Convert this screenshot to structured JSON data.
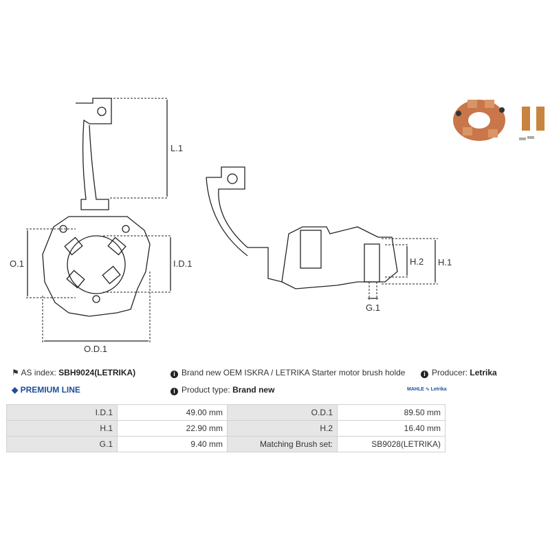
{
  "drawing": {
    "labels": {
      "l1": "L.1",
      "o1": "O.1",
      "id1": "I.D.1",
      "od1": "O.D.1",
      "h1": "H.1",
      "h2": "H.2",
      "g1": "G.1"
    }
  },
  "info": {
    "as_index_label": "AS index:",
    "as_index_value": "SBH9024(LETRIKA)",
    "premium": "PREMIUM LINE",
    "description": "Brand new OEM ISKRA / LETRIKA Starter motor brush holde",
    "product_type_label": "Product type:",
    "product_type_value": "Brand new",
    "producer_label": "Producer:",
    "producer_value": "Letrika",
    "logo": "MAHLE ∿ Letrika",
    "icons": {
      "tag": "tag-icon",
      "diamond": "diamond-icon",
      "info": "info-icon"
    }
  },
  "specs": [
    {
      "k1": "I.D.1",
      "v1": "49.00 mm",
      "k2": "O.D.1",
      "v2": "89.50 mm"
    },
    {
      "k1": "H.1",
      "v1": "22.90 mm",
      "k2": "H.2",
      "v2": "16.40 mm"
    },
    {
      "k1": "G.1",
      "v1": "9.40 mm",
      "k2": "Matching Brush set:",
      "v2": "SB9028(LETRIKA)"
    }
  ]
}
